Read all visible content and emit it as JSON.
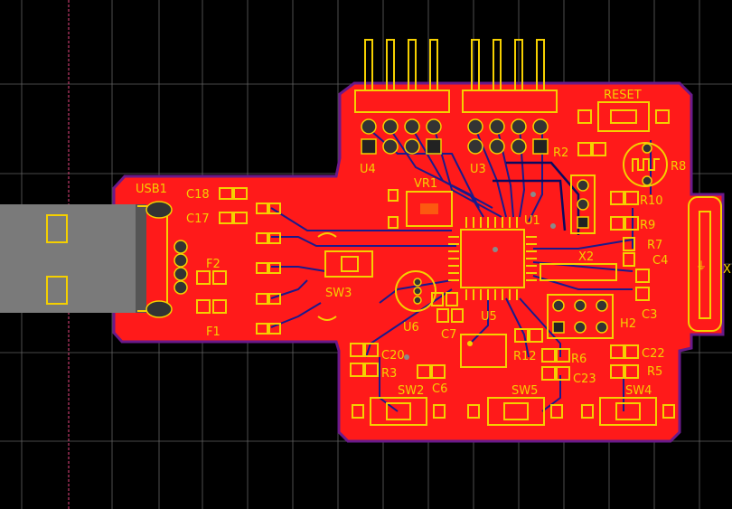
{
  "colors": {
    "background": "#000000",
    "grid": "#8c8c8c",
    "copper": "#ff1a1a",
    "board_outline": "#6a1a8a",
    "silkscreen": "#f5d000",
    "trace": "#1a1a8c",
    "connector_metal": "#7a7a7a"
  },
  "labels": {
    "usb1": "USB1",
    "c18": "C18",
    "c17": "C17",
    "f2": "F2",
    "f1": "F1",
    "sw3": "SW3",
    "u4": "U4",
    "u3": "U3",
    "vr1": "VR1",
    "u1": "U1",
    "reset": "RESET",
    "r2": "R2",
    "r8": "R8",
    "r10": "R10",
    "r9": "R9",
    "r7": "R7",
    "c4": "C4",
    "x2": "X2",
    "c3": "C3",
    "x": "X",
    "h2": "H2",
    "u6": "U6",
    "c7": "C7",
    "u5": "U5",
    "r12": "R12",
    "r6": "R6",
    "c23": "C23",
    "c22": "C22",
    "r5": "R5",
    "c20": "C20",
    "r3": "R3",
    "c6": "C6",
    "sw2": "SW2",
    "sw5": "SW5",
    "sw4": "SW4"
  }
}
